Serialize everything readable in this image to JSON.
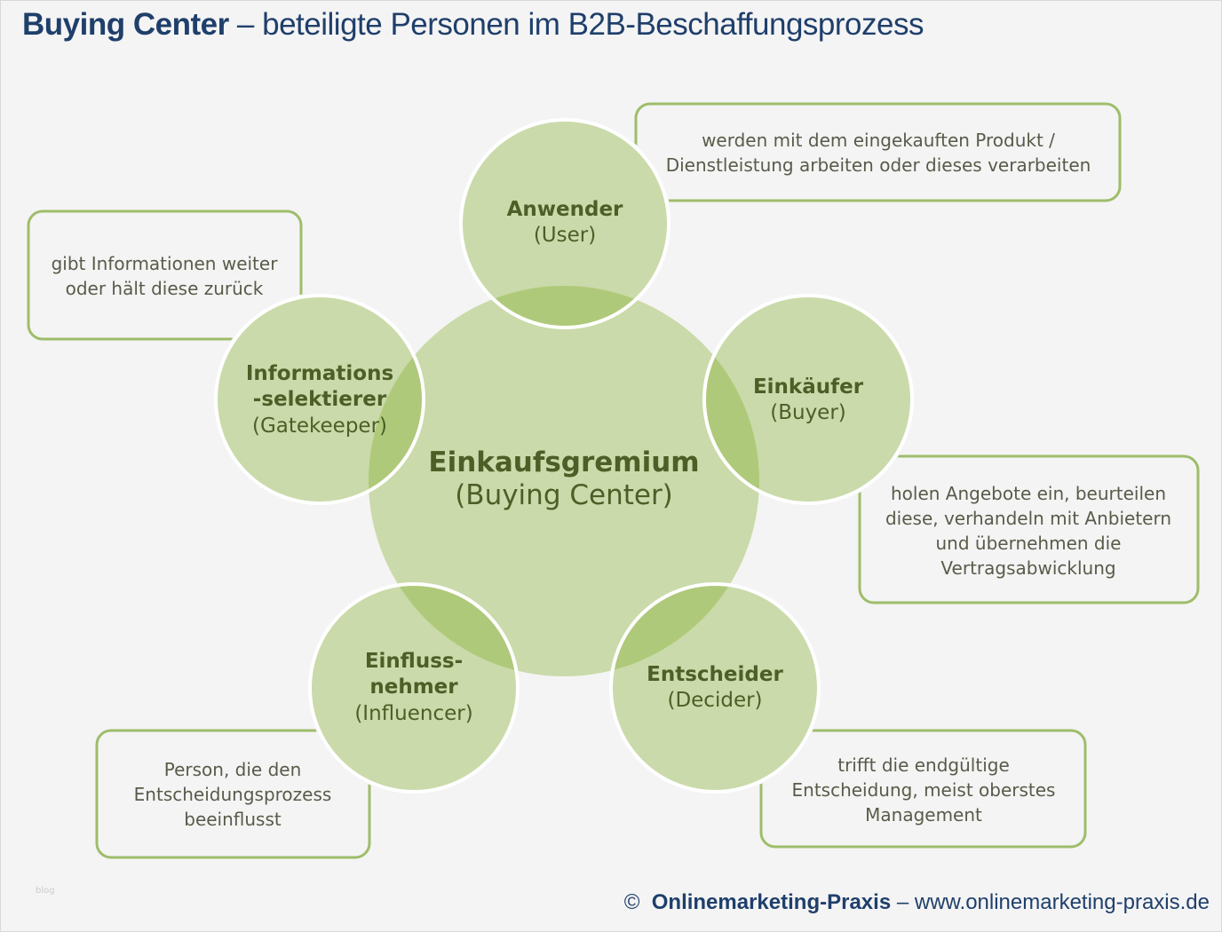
{
  "title": {
    "bold": "Buying Center",
    "rest": " – beteiligte Personen im B2B-Beschaffungsprozess"
  },
  "center": {
    "title": "Einkaufsgremium",
    "subtitle": "(Buying Center)"
  },
  "roles": [
    {
      "line1": "Anwender",
      "line2": "(User)",
      "desc": [
        "werden mit dem eingekauften Produkt /",
        "Dienstleistung arbeiten oder dieses verarbeiten"
      ]
    },
    {
      "line1": "Einkäufer",
      "line2": "(Buyer)",
      "desc": [
        "holen Angebote ein, beurteilen",
        "diese, verhandeln mit Anbietern",
        "und übernehmen die",
        "Vertragsabwicklung"
      ]
    },
    {
      "line1": "Entscheider",
      "line2": "(Decider)",
      "desc": [
        "trifft die endgültige",
        "Entscheidung,  meist oberstes",
        "Management"
      ]
    },
    {
      "line1": "Einfluss-",
      "line1b": "nehmer",
      "line2": "(Influencer)",
      "desc": [
        "Person, die den",
        "Entscheidungsprozess",
        "beeinflusst"
      ]
    },
    {
      "line1": "Informations",
      "line1b": "-selektierer",
      "line2": "(Gatekeeper)",
      "desc": [
        "gibt Informationen weiter",
        "oder hält diese zurück"
      ]
    }
  ],
  "footer": {
    "copyright": "©",
    "brand": "Onlinemarketing-Praxis",
    "rest": " – www.onlinemarketing-praxis.de"
  },
  "watermark": "blog",
  "colors": {
    "title": "#1f3f6b",
    "circle": "#7fac28",
    "border": "#9ebd6a",
    "text": "#4d5e27"
  }
}
